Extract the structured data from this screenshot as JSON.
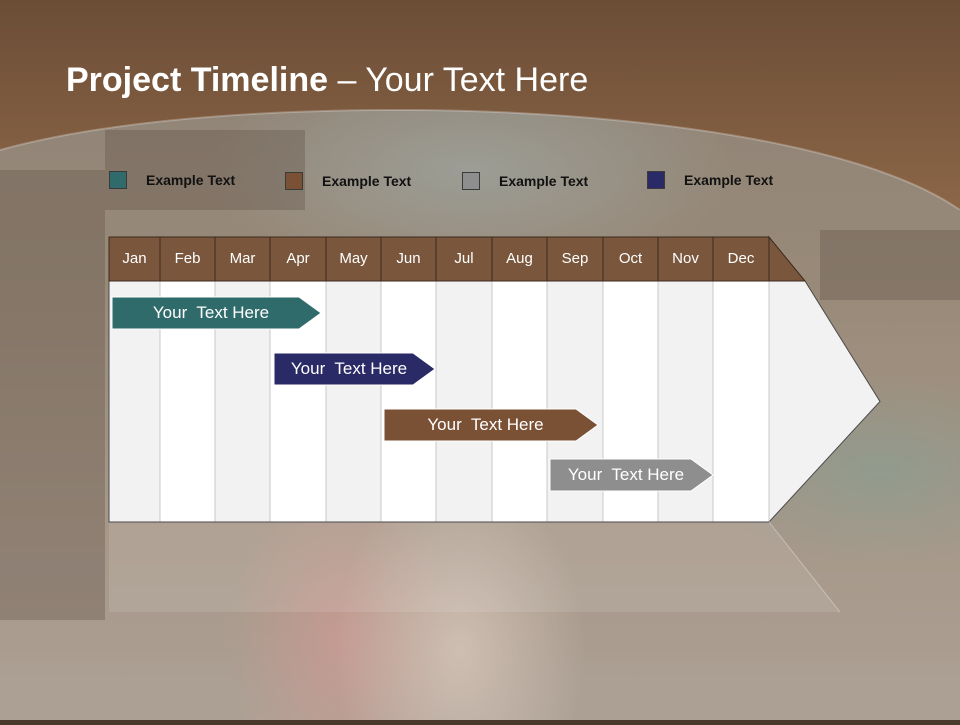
{
  "slide": {
    "title_bold": "Project Timeline",
    "title_rest": " – Your Text Here"
  },
  "legend": [
    {
      "label": "Example Text",
      "color": "#2f6b6b"
    },
    {
      "label": "Example Text",
      "color": "#7b5136"
    },
    {
      "label": "Example Text",
      "color": "#8e8e8e"
    },
    {
      "label": "Example Text",
      "color": "#2a2a66"
    }
  ],
  "timeline": {
    "header_color": "#7a573c",
    "months": [
      "Jan",
      "Feb",
      "Mar",
      "Apr",
      "May",
      "Jun",
      "Jul",
      "Aug",
      "Sep",
      "Oct",
      "Nov",
      "Dec"
    ],
    "tasks": [
      {
        "label": "Your  Text Here",
        "color": "#2f6b6b",
        "start_month": "Jan",
        "end_month": "Apr"
      },
      {
        "label": "Your  Text Here",
        "color": "#2a2a66",
        "start_month": "Apr",
        "end_month": "Jun"
      },
      {
        "label": "Your  Text Here",
        "color": "#7b5136",
        "start_month": "Jun",
        "end_month": "Sep"
      },
      {
        "label": "Your  Text Here",
        "color": "#8e8e8e",
        "start_month": "Sep",
        "end_month": "Dec"
      }
    ]
  }
}
